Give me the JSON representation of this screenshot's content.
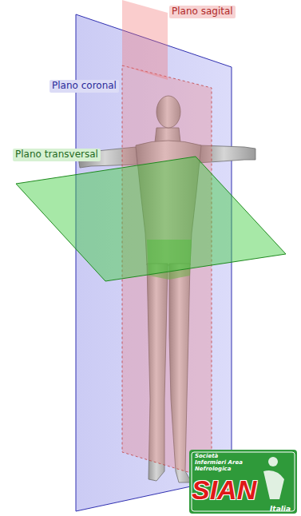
{
  "diagram": {
    "labels": [
      "Plano sagital",
      "Plano coronal",
      "Plano transversal",
      "Società Infermieri Area Nefrologica",
      "SIAN",
      "Italia"
    ]
  }
}
